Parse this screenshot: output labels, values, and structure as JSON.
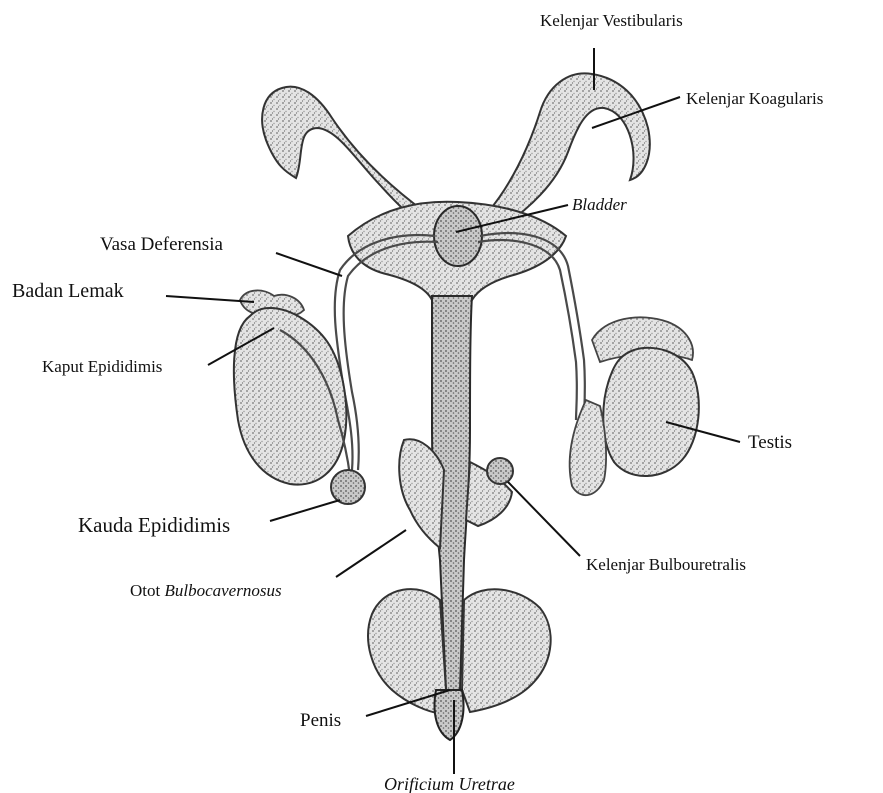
{
  "diagram": {
    "labels": {
      "vestibularis": "Kelenjar Vestibularis",
      "koagularis": "Kelenjar Koagularis",
      "bladder": "Bladder",
      "vasa": "Vasa Deferensia",
      "badan_lemak": "Badan Lemak",
      "kaput": "Kaput Epididimis",
      "testis": "Testis",
      "kauda": "Kauda Epididimis",
      "bulbouretralis": "Kelenjar Bulbouretralis",
      "otot_prefix": "Otot ",
      "otot_italic": "Bulbocavernosus",
      "penis": "Penis",
      "orificium": "Orificium Uretrae"
    }
  }
}
